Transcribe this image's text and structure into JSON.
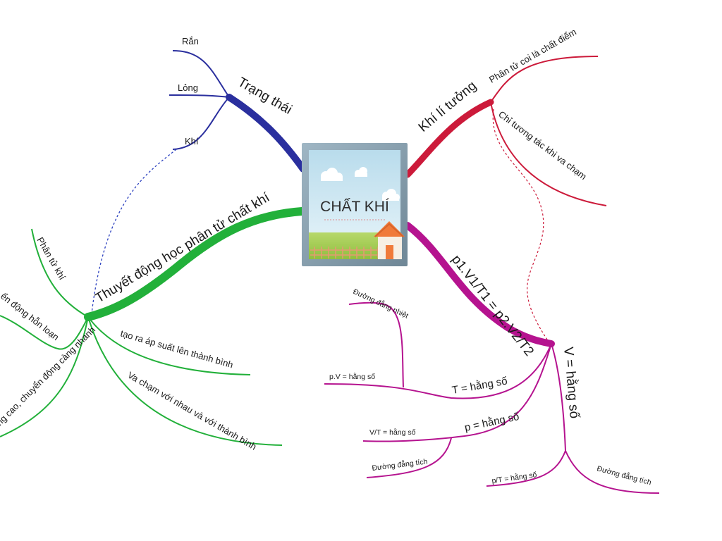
{
  "central": {
    "title": "CHẤT KHÍ"
  },
  "branches": {
    "trang_thai": {
      "label": "Trạng thái",
      "color": "#2a2f9e",
      "children": [
        "Rắn",
        "Lỏng",
        "Khí"
      ]
    },
    "khi_li_tuong": {
      "label": "Khí lí tưởng",
      "color": "#cc1a3a",
      "children": [
        "Phân tử coi là chất điểm",
        "Chỉ tương tác khi va chạm"
      ]
    },
    "dong_hoc": {
      "label": "Thuyết động học phân tử chất khí",
      "color": "#22b03a",
      "children": [
        "Phân tử khí",
        "ển động hỗn loạn",
        "ng cao, chuyển động càng nhanh",
        "tạo ra áp suất lên thành bình",
        "Va chạm với nhau và với thành bình"
      ]
    },
    "phuong_trinh": {
      "label": "p1.V1/T1 = p2.V2/T2",
      "color": "#b5138f",
      "children": {
        "T": {
          "label": "T = hằng số",
          "formula": "p.V = hằng số",
          "curve": "Đường đẳng nhiệt"
        },
        "p": {
          "label": "p = hằng số",
          "formula": "V/T = hằng số",
          "curve": "Đường đẳng tích"
        },
        "V": {
          "label": "V = hằng số",
          "formula": "p/T = hằng số",
          "curve": "Đường đẳng tích"
        }
      }
    }
  }
}
